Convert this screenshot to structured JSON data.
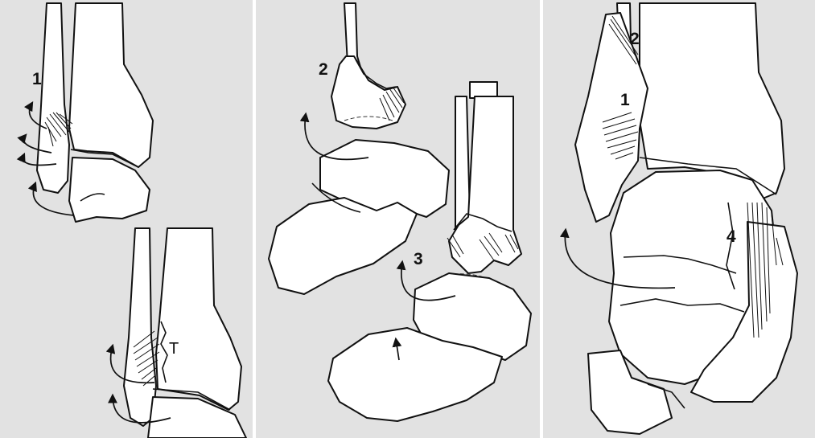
{
  "colors": {
    "panel_background": "#e2e2e2",
    "separator": "#ffffff",
    "ink": "#111111",
    "bone_fill": "#ffffff"
  },
  "panels": [
    {
      "id": "left",
      "labels": {
        "stage_1": "1",
        "tibia_fragment": "T"
      }
    },
    {
      "id": "middle",
      "labels": {
        "stage_2": "2",
        "stage_3": "3"
      }
    },
    {
      "id": "right",
      "labels": {
        "stage_1": "1",
        "stage_2": "2",
        "stage_4": "4"
      }
    }
  ]
}
